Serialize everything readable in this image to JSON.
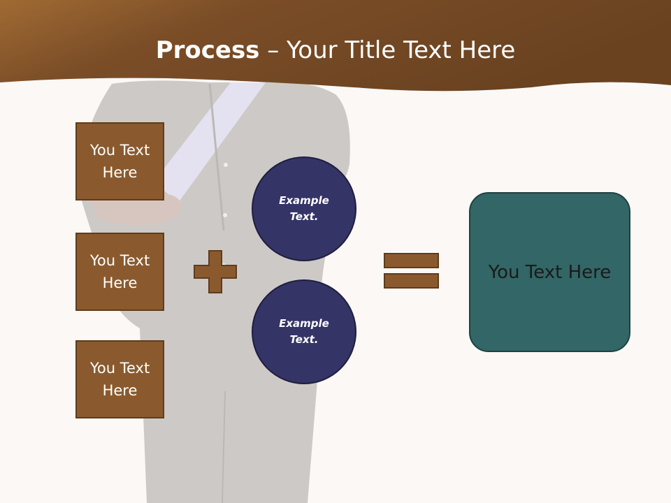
{
  "slide": {
    "title_bold": "Process",
    "title_rest": " – Your Title Text Here"
  },
  "input_boxes": [
    {
      "text": "You Text Here"
    },
    {
      "text": "You Text Here"
    },
    {
      "text": "You Text Here"
    }
  ],
  "circles": [
    {
      "text": "Example Text."
    },
    {
      "text": "Example Text."
    }
  ],
  "result_box": {
    "text": "You Text Here"
  },
  "icons": [
    "plus-icon",
    "equals-icon"
  ],
  "colors": {
    "header_brown": "#7a4f26",
    "box_brown": "#8a5a2e",
    "circle_navy": "#343466",
    "result_teal": "#336666",
    "background": "#fbf8f6"
  }
}
